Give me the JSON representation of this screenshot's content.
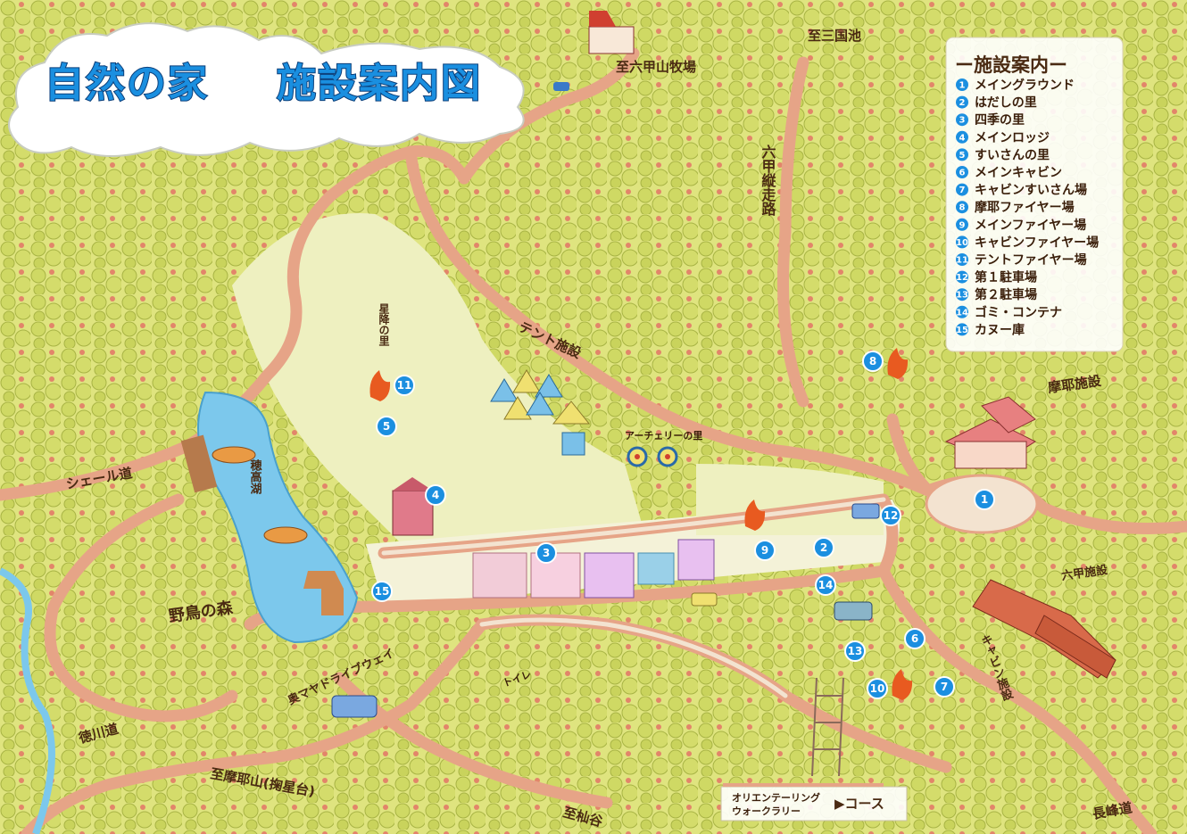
{
  "title": {
    "part1": "自然の家",
    "part2": "施設案内図"
  },
  "colors": {
    "forest": "#d9e27a",
    "tree": "#b9c94a",
    "road": "#e8a58a",
    "lake": "#7cc8ec",
    "marker": "#1b8fe0",
    "title": "#1a8fe0"
  },
  "legend": {
    "title": "ー施設案内ー",
    "items": [
      {
        "num": "1",
        "label": "メイングラウンド"
      },
      {
        "num": "2",
        "label": "はだしの里"
      },
      {
        "num": "3",
        "label": "四季の里"
      },
      {
        "num": "4",
        "label": "メインロッジ"
      },
      {
        "num": "5",
        "label": "すいさんの里"
      },
      {
        "num": "6",
        "label": "メインキャビン"
      },
      {
        "num": "7",
        "label": "キャビンすいさん場"
      },
      {
        "num": "8",
        "label": "摩耶ファイヤー場"
      },
      {
        "num": "9",
        "label": "メインファイヤー場"
      },
      {
        "num": "10",
        "label": "キャビンファイヤー場"
      },
      {
        "num": "11",
        "label": "テントファイヤー場"
      },
      {
        "num": "12",
        "label": "第１駐車場"
      },
      {
        "num": "13",
        "label": "第２駐車場"
      },
      {
        "num": "14",
        "label": "ゴミ・コンテナ"
      },
      {
        "num": "15",
        "label": "カヌー庫"
      }
    ]
  },
  "places": {
    "rokko_farm": "至六甲山牧場",
    "sankoku": "至三国池",
    "rokko_trail": "六甲縦走路",
    "hoshi": "星降の里",
    "tent": "テント施設",
    "archery": "アーチェリーの里",
    "maya_facility": "摩耶施設",
    "shell_road": "シェール道",
    "lake": "穂高湖",
    "bird_forest": "野鳥の森",
    "drive": "奥マヤドライブウェイ",
    "toilet": "トイレ",
    "rokko_facility": "六甲施設",
    "cabin_facility": "キャビン施設",
    "tokugawa": "徳川道",
    "mt_maya": "至摩耶山(掬星台)",
    "nino": "至杣谷",
    "nagamine": "長峰道"
  },
  "course": {
    "line1": "オリエンテーリング",
    "line2": "ウォークラリー",
    "label": "▶コース"
  }
}
